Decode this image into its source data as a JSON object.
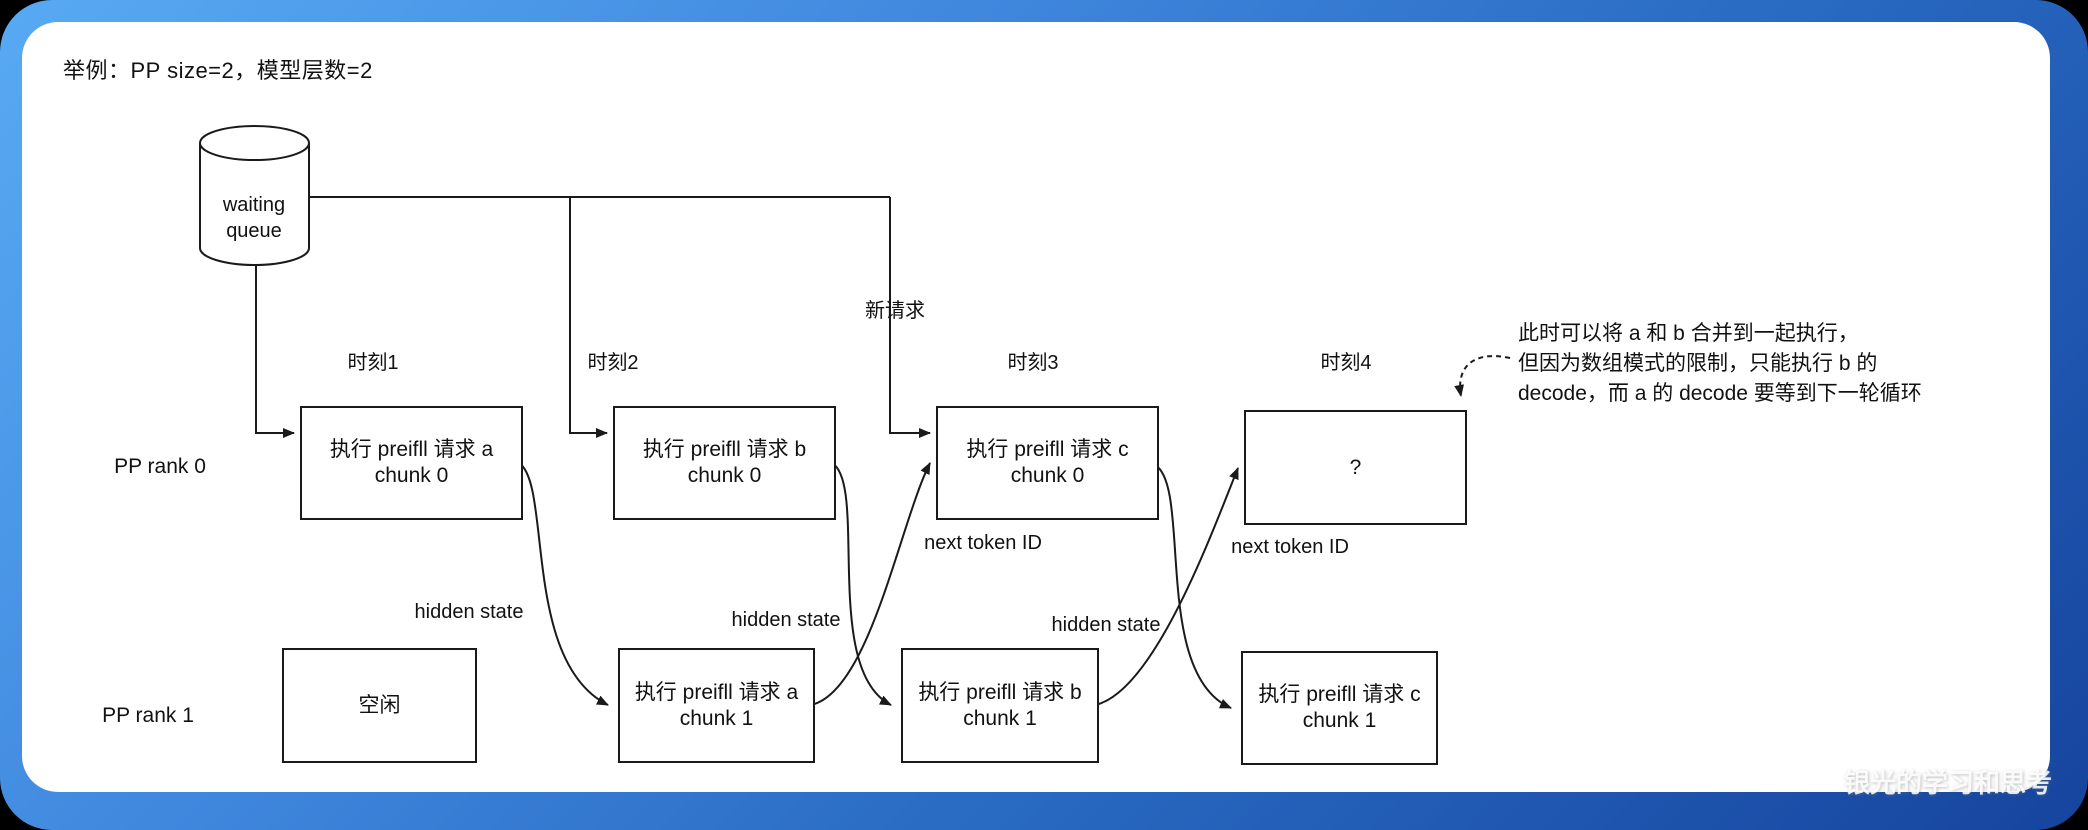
{
  "title": "举例：PP size=2，模型层数=2",
  "queue": {
    "line1": "waiting",
    "line2": "queue"
  },
  "new_request_label": "新请求",
  "columns": [
    {
      "label": "时刻1"
    },
    {
      "label": "时刻2"
    },
    {
      "label": "时刻3"
    },
    {
      "label": "时刻4"
    }
  ],
  "rows": [
    {
      "label": "PP rank 0"
    },
    {
      "label": "PP rank 1"
    }
  ],
  "boxes": {
    "rank0": [
      {
        "line1": "执行 preifll 请求 a",
        "line2": "chunk 0"
      },
      {
        "line1": "执行 preifll 请求 b",
        "line2": "chunk 0"
      },
      {
        "line1": "执行 preifll 请求 c",
        "line2": "chunk 0"
      },
      {
        "line1": "?",
        "line2": ""
      }
    ],
    "rank1": [
      {
        "line1": "空闲",
        "line2": ""
      },
      {
        "line1": "执行 preifll 请求 a",
        "line2": "chunk 1"
      },
      {
        "line1": "执行 preifll 请求 b",
        "line2": "chunk 1"
      },
      {
        "line1": "执行 preifll 请求 c",
        "line2": "chunk 1"
      }
    ]
  },
  "edge_labels": {
    "hidden_state": [
      "hidden state",
      "hidden state",
      "hidden state"
    ],
    "next_token": [
      "next token ID",
      "next token ID"
    ]
  },
  "annotation": {
    "line1": "此时可以将 a 和 b 合并到一起执行，",
    "line2": "但因为数组模式的限制，只能执行 b 的",
    "line3": "decode，而 a 的 decode 要等到下一轮循环"
  },
  "watermark": "银光的学习和思考",
  "colors": {
    "frame_gradient_start": "#58aaf3",
    "frame_gradient_end": "#16449e",
    "canvas_background": "#ffffff",
    "diagram_stroke": "#1a1a1a",
    "text": "#111111",
    "watermark_text": "rgba(255,255,255,0.88)"
  }
}
